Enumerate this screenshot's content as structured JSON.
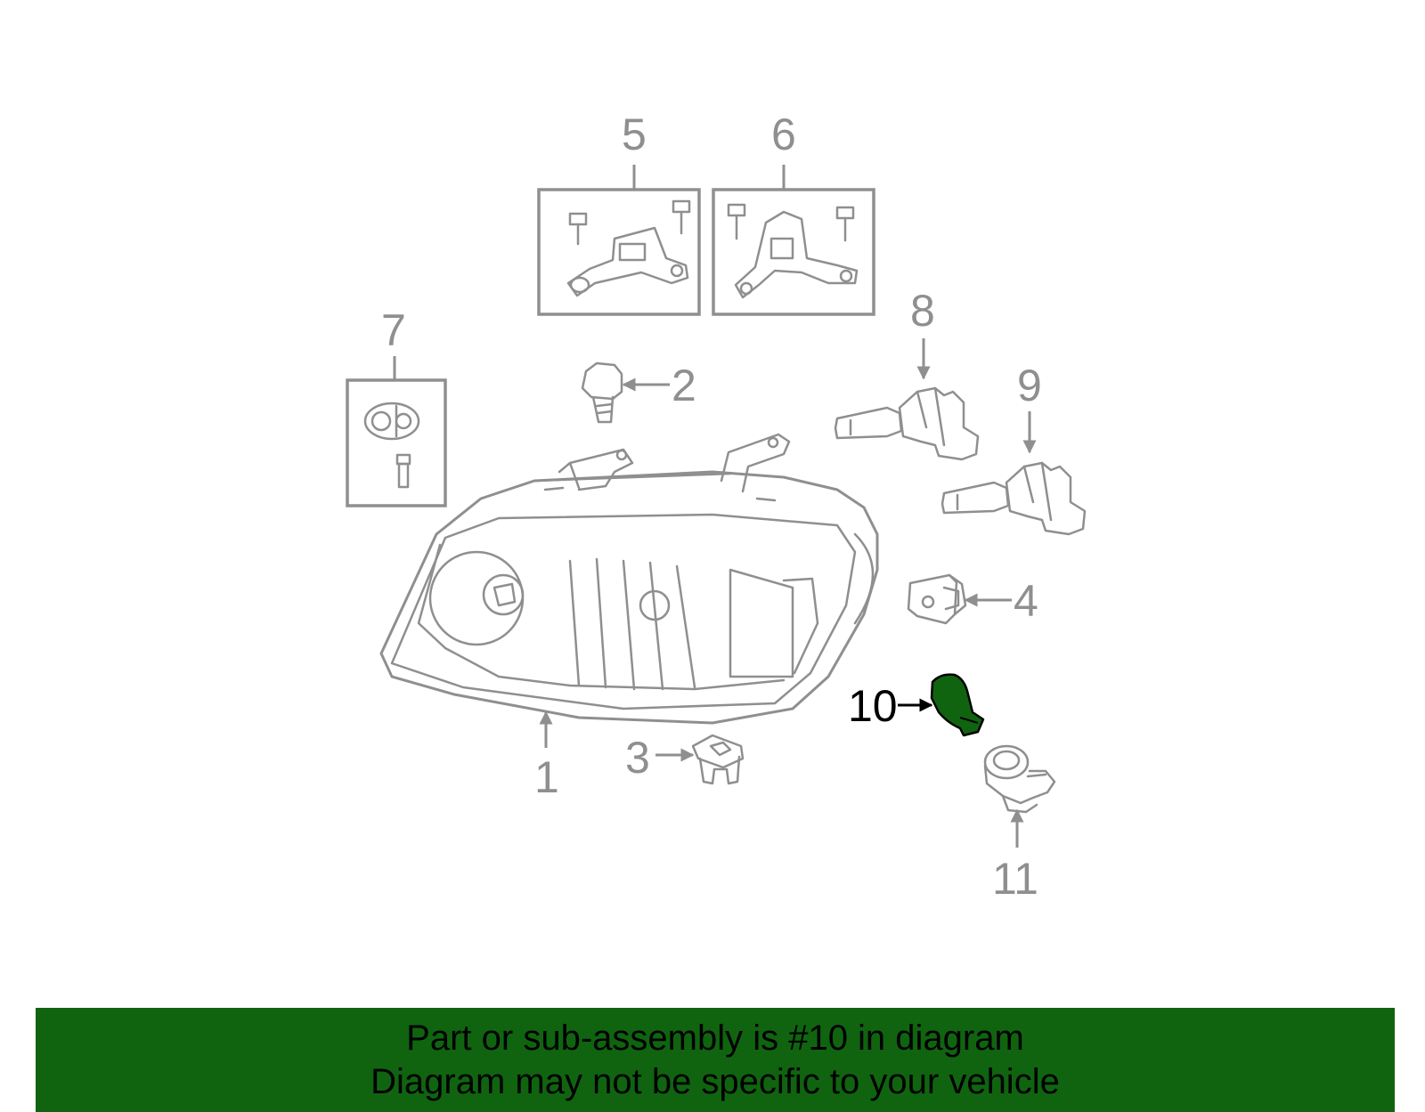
{
  "diagram": {
    "callouts": [
      {
        "id": "1",
        "text": "1",
        "highlighted": false
      },
      {
        "id": "2",
        "text": "2",
        "highlighted": false
      },
      {
        "id": "3",
        "text": "3",
        "highlighted": false
      },
      {
        "id": "4",
        "text": "4",
        "highlighted": false
      },
      {
        "id": "5",
        "text": "5",
        "highlighted": false
      },
      {
        "id": "6",
        "text": "6",
        "highlighted": false
      },
      {
        "id": "7",
        "text": "7",
        "highlighted": false
      },
      {
        "id": "8",
        "text": "8",
        "highlighted": false
      },
      {
        "id": "9",
        "text": "9",
        "highlighted": false
      },
      {
        "id": "10",
        "text": "10",
        "highlighted": true
      },
      {
        "id": "11",
        "text": "11",
        "highlighted": false
      }
    ],
    "highlight_color": "#106410",
    "line_color": "#8f8f8f"
  },
  "banner": {
    "line1": "Part or sub-assembly is #10 in diagram",
    "line2": "Diagram may not be specific to your vehicle",
    "background": "#106410"
  }
}
